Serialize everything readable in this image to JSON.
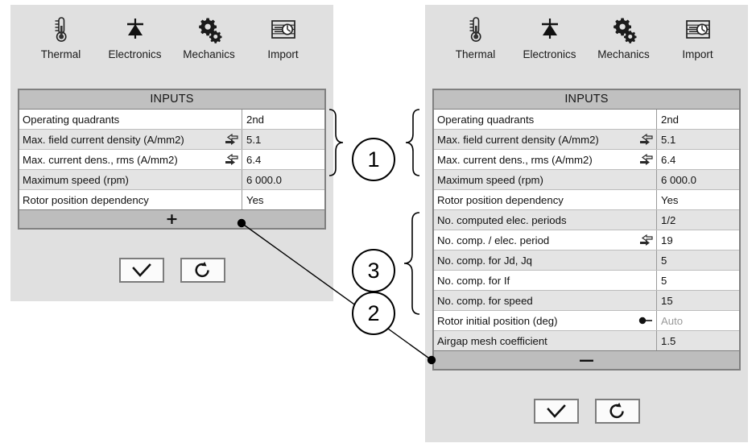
{
  "toolbar": {
    "items": [
      {
        "label": "Thermal",
        "icon": "thermometer-icon"
      },
      {
        "label": "Electronics",
        "icon": "diode-icon"
      },
      {
        "label": "Mechanics",
        "icon": "gears-icon"
      },
      {
        "label": "Import",
        "icon": "import-chart-icon"
      }
    ]
  },
  "table": {
    "header": "INPUTS",
    "base_rows": [
      {
        "label": "Operating quadrants",
        "icon": "",
        "value": "2nd",
        "muted": false
      },
      {
        "label": "Max. field current density (A/mm2)",
        "icon": "swap-arrows-icon",
        "value": "5.1",
        "muted": false
      },
      {
        "label": "Max. current dens., rms (A/mm2)",
        "icon": "swap-arrows-icon",
        "value": "6.4",
        "muted": false
      },
      {
        "label": "Maximum speed (rpm)",
        "icon": "",
        "value": "6 000.0",
        "muted": false
      },
      {
        "label": "Rotor position dependency",
        "icon": "",
        "value": "Yes",
        "muted": false
      }
    ],
    "advanced_rows": [
      {
        "label": "No. computed elec. periods",
        "icon": "",
        "value": "1/2",
        "muted": false
      },
      {
        "label": "No. comp. / elec. period",
        "icon": "swap-arrows-icon",
        "value": "19",
        "muted": false
      },
      {
        "label": "No. comp. for Jd, Jq",
        "icon": "",
        "value": "5",
        "muted": false
      },
      {
        "label": "No. comp. for If",
        "icon": "",
        "value": "5",
        "muted": false
      },
      {
        "label": "No. comp. for speed",
        "icon": "",
        "value": "15",
        "muted": false
      },
      {
        "label": "Rotor initial position (deg)",
        "icon": "pin-link-icon",
        "value": "Auto",
        "muted": true
      },
      {
        "label": "Airgap mesh coefficient",
        "icon": "",
        "value": "1.5",
        "muted": false
      }
    ]
  },
  "panel_left": {
    "expand_glyph": "+",
    "expand_name": "expand-advanced-inputs"
  },
  "panel_right": {
    "collapse_glyph": "—",
    "collapse_name": "collapse-advanced-inputs"
  },
  "buttons": {
    "confirm": "check-mark",
    "reset": "reset-arrow"
  },
  "annotations": [
    {
      "id": "1",
      "label": "1"
    },
    {
      "id": "2",
      "label": "2"
    },
    {
      "id": "3",
      "label": "3"
    }
  ],
  "colors": {
    "panel_bg": "#e0e0e0",
    "header_bg": "#c0c0c0",
    "row_odd": "#ffffff",
    "row_even": "#e4e4e4",
    "bar_bg": "#bdbdbd",
    "border": "#808080",
    "muted_text": "#9a9a9a"
  }
}
